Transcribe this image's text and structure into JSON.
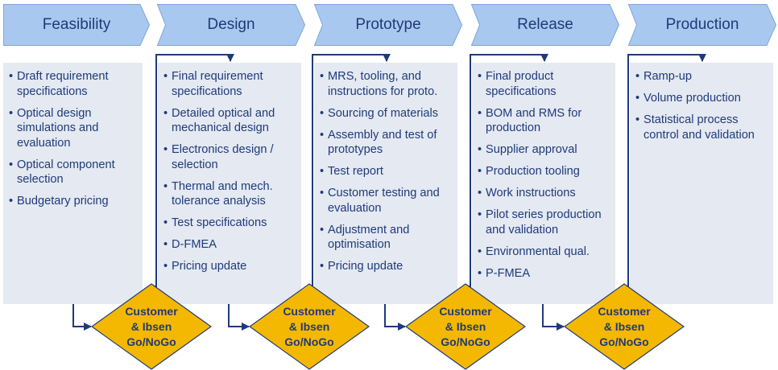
{
  "accent": {
    "chevron_fill": "#a9c8ef",
    "chevron_stroke": "#7ea6d8",
    "panel_bg": "#e4e9f2",
    "text": "#1f3a7a",
    "gate_fill": "#f5b800",
    "gate_stroke": "#1f3a7a"
  },
  "stages": [
    {
      "title": "Feasibility",
      "items": [
        "Draft requirement specifications",
        "Optical design simulations and evaluation",
        "Optical component selection",
        "Budgetary pricing"
      ]
    },
    {
      "title": "Design",
      "items": [
        "Final requirement specifications",
        "Detailed optical and mechanical design",
        "Electronics design / selection",
        "Thermal and mech. tolerance analysis",
        "Test specifications",
        "D-FMEA",
        "Pricing update"
      ]
    },
    {
      "title": "Prototype",
      "items": [
        "MRS, tooling, and instructions for proto.",
        "Sourcing of materials",
        "Assembly and test of prototypes",
        "Test report",
        "Customer testing and evaluation",
        "Adjustment and optimisation",
        "Pricing update"
      ]
    },
    {
      "title": "Release",
      "items": [
        "Final product specifications",
        "BOM and RMS for production",
        "Supplier approval",
        "Production tooling",
        "Work instructions",
        "Pilot series production and validation",
        "Environmental qual.",
        "P-FMEA"
      ]
    },
    {
      "title": "Production",
      "items": [
        "Ramp-up",
        "Volume production",
        "Statistical process control and validation"
      ]
    }
  ],
  "gates": [
    {
      "lines": [
        "Customer",
        "& Ibsen",
        "Go/NoGo"
      ]
    },
    {
      "lines": [
        "Customer",
        "& Ibsen",
        "Go/NoGo"
      ]
    },
    {
      "lines": [
        "Customer",
        "& Ibsen",
        "Go/NoGo"
      ]
    },
    {
      "lines": [
        "Customer",
        "& Ibsen",
        "Go/NoGo"
      ]
    }
  ]
}
